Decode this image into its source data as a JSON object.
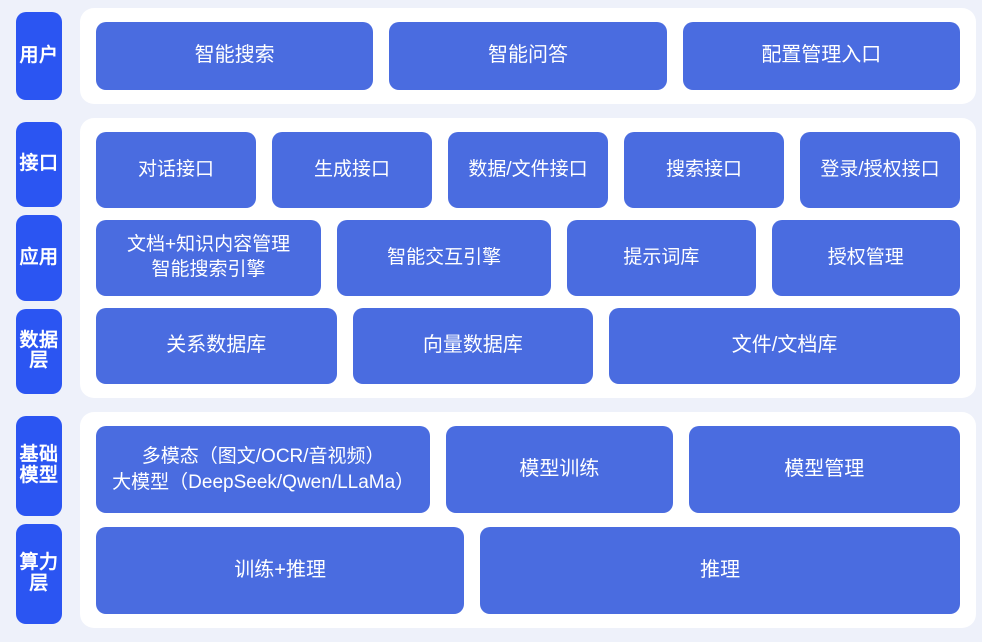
{
  "diagram": {
    "title_colors": {
      "background": "#eef1fa",
      "panel": "#ffffff",
      "rail_tab": "#2B55F2",
      "box": "#4A6CE0",
      "text": "#ffffff"
    },
    "bands": [
      {
        "id": "users",
        "rails": [
          {
            "name": "user",
            "label": "用户"
          }
        ],
        "rows": [
          {
            "id": "user-entries",
            "boxes": [
              {
                "name": "intelligent-search",
                "label": "智能搜索"
              },
              {
                "name": "intelligent-qa",
                "label": "智能问答"
              },
              {
                "name": "config-management-entry",
                "label": "配置管理入口"
              }
            ]
          }
        ]
      },
      {
        "id": "middle",
        "rails": [
          {
            "name": "interface",
            "label": "接口"
          },
          {
            "name": "application",
            "label": "应用"
          },
          {
            "name": "data-layer",
            "label": "数据层"
          }
        ],
        "rows": [
          {
            "id": "interface",
            "boxes": [
              {
                "name": "dialog-interface",
                "label": "对话接口"
              },
              {
                "name": "generation-interface",
                "label": "生成接口"
              },
              {
                "name": "data-file-interface",
                "label": "数据/文件接口"
              },
              {
                "name": "search-interface",
                "label": "搜索接口"
              },
              {
                "name": "login-auth-interface",
                "label": "登录/授权接口"
              }
            ]
          },
          {
            "id": "application",
            "boxes": [
              {
                "name": "doc-knowledge-management",
                "label": "文档+知识内容管理\n智能搜索引擎"
              },
              {
                "name": "intelligent-interaction-engine",
                "label": "智能交互引擎"
              },
              {
                "name": "prompt-library",
                "label": "提示词库"
              },
              {
                "name": "authorization-management",
                "label": "授权管理"
              }
            ]
          },
          {
            "id": "data",
            "boxes": [
              {
                "name": "relational-database",
                "label": "关系数据库"
              },
              {
                "name": "vector-database",
                "label": "向量数据库"
              },
              {
                "name": "file-document-repository",
                "label": "文件/文档库"
              }
            ]
          }
        ]
      },
      {
        "id": "bottom",
        "rails": [
          {
            "name": "foundation-model",
            "label": "基础模型"
          },
          {
            "name": "compute-layer",
            "label": "算力层"
          }
        ],
        "rows": [
          {
            "id": "model",
            "boxes": [
              {
                "name": "multimodal-large-model",
                "label": "多模态（图文/OCR/音视频）\n大模型（DeepSeek/Qwen/LLaMa）"
              },
              {
                "name": "model-training",
                "label": "模型训练"
              },
              {
                "name": "model-management",
                "label": "模型管理"
              }
            ]
          },
          {
            "id": "compute",
            "boxes": [
              {
                "name": "training-and-inference",
                "label": "训练+推理"
              },
              {
                "name": "inference",
                "label": "推理"
              }
            ]
          }
        ]
      }
    ]
  }
}
